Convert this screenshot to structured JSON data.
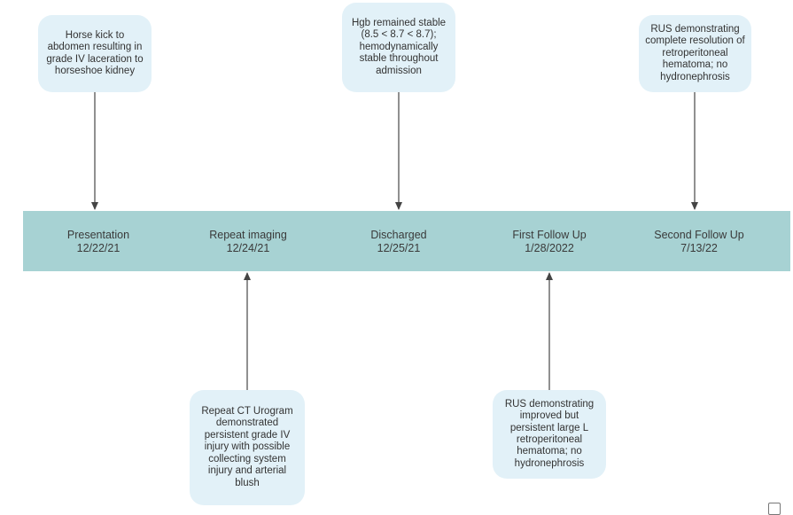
{
  "colors": {
    "band": "#a7d2d3",
    "box_fill": "#e2f1f8",
    "arrow": "#444444",
    "text": "#333333"
  },
  "milestones": [
    {
      "label": "Presentation",
      "date": "12/22/21"
    },
    {
      "label": "Repeat imaging",
      "date": "12/24/21"
    },
    {
      "label": "Discharged",
      "date": "12/25/21"
    },
    {
      "label": "First Follow Up",
      "date": "1/28/2022"
    },
    {
      "label": "Second Follow Up",
      "date": "7/13/22"
    }
  ],
  "events_above": [
    {
      "text": "Horse kick to abdomen resulting in grade IV laceration to horseshoe kidney"
    },
    {
      "text": "Hgb remained stable (8.5 < 8.7 < 8.7); hemodynamically stable throughout admission"
    },
    {
      "text": "RUS demonstrating complete resolution of retroperitoneal hematoma; no hydronephrosis"
    }
  ],
  "events_below": [
    {
      "text": "Repeat CT Urogram demonstrated persistent grade IV injury with possible collecting system injury and arterial blush"
    },
    {
      "text": "RUS demonstrating improved but persistent large L retroperitoneal hematoma; no hydronephrosis"
    }
  ]
}
